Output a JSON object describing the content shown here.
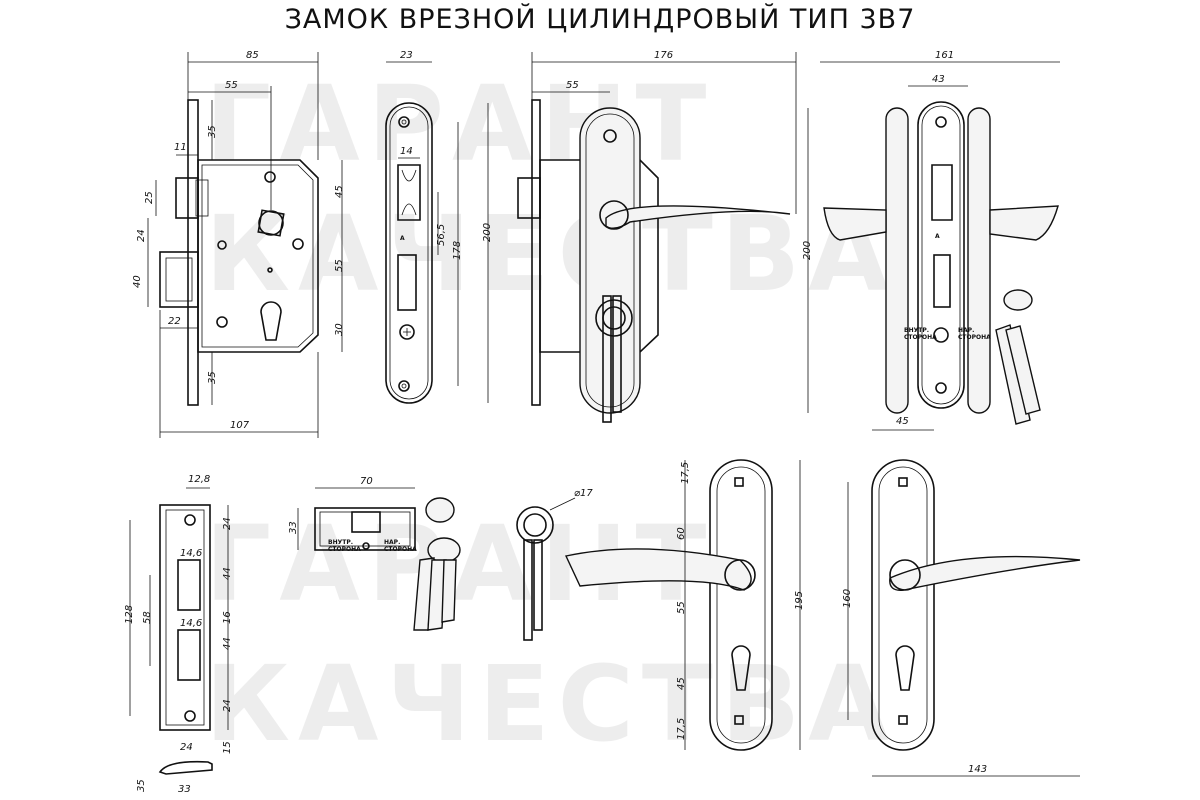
{
  "title": "ЗАМОК ВРЕЗНОЙ ЦИЛИНДРОВЫЙ ТИП 3В7",
  "watermark": {
    "line1": "ГАРАНТ",
    "line2": "КАЧЕСТВА"
  },
  "labels": {
    "inside": "ВНУТР.\nСТОРОНА",
    "outside": "НАР.\nСТОРОНА",
    "inside_l1": "ВНУТР.",
    "inside_l2": "СТОРОНА",
    "outside_l1": "НАР.",
    "outside_l2": "СТОРОНА"
  },
  "dims": {
    "lock_width": "85",
    "backset": "55",
    "face_top": "35",
    "latch_off": "11",
    "latch_h": "25",
    "gap_24": "24",
    "bolt_h": "40",
    "bolt_proj": "22",
    "lock_len": "107",
    "spindle_45": "45",
    "spindle_55": "55",
    "cyl_30": "30",
    "face_bottom": "35",
    "face_w": "23",
    "slot_14": "14",
    "d565": "56,5",
    "d178": "178",
    "d200": "200",
    "side_176": "176",
    "side_55": "55",
    "front_161": "161",
    "front_43": "43",
    "front_200": "200",
    "strike_w": "12,8",
    "strike_128": "128",
    "strike_58": "58",
    "strike_146a": "14,6",
    "strike_146b": "14,6",
    "strike_24a": "24",
    "strike_44a": "44",
    "strike_16": "16",
    "strike_44b": "44",
    "strike_24b": "24",
    "lip_24": "24",
    "lip_15": "15",
    "lip_35": "35",
    "lip_33": "33",
    "cyl_70": "70",
    "cyl_33": "33",
    "key_d": "⌀17",
    "plate_175a": "17,5",
    "plate_60": "60",
    "plate_55": "55",
    "plate_45": "45",
    "plate_175b": "17,5",
    "plate_195": "195",
    "plate_45w": "45",
    "plate_160": "160",
    "plate_143": "143"
  }
}
